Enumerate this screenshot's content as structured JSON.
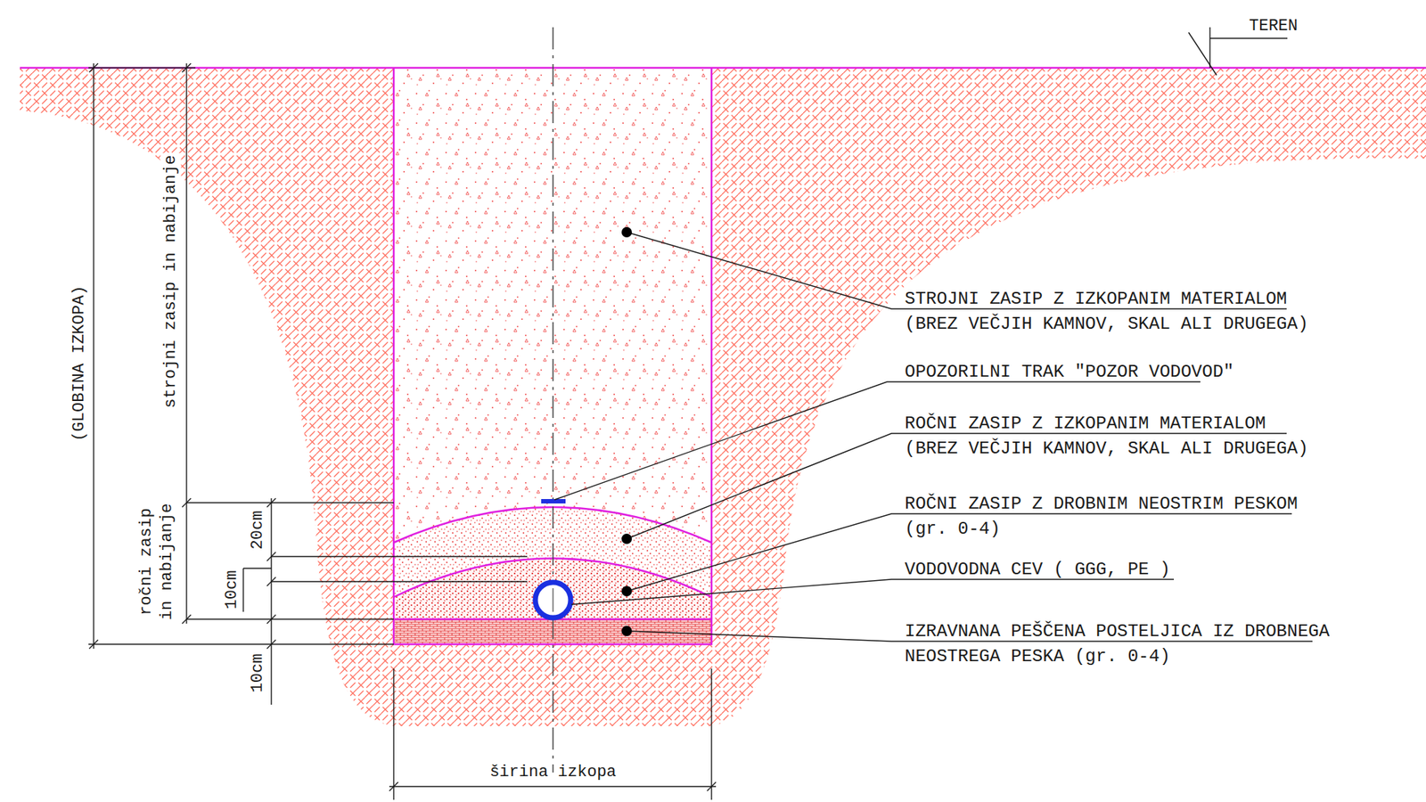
{
  "diagram": {
    "labels": [
      "TEREN",
      "(GLOBINA IZKOPA)",
      "strojni zasip in nabijanje",
      "ročni zasip in nabijanje",
      "20cm",
      "10cm",
      "10cm",
      "širina izkopa",
      "STROJNI ZASIP Z IZKOPANIM MATERIALOM (BREZ VEČJIH KAMNOV, SKAL ALI DRUGEGA)",
      "OPOZORILNI TRAK \"POZOR VODOVOD\"",
      "ROČNI ZASIP Z IZKOPANIM MATERIALOM (BREZ VEČJIH KAMNOV, SKAL ALI DRUGEGA)",
      "ROČNI ZASIP Z DROBNIM NEOSTRIM PESKOM (gr. 0-4)",
      "VODOVODNA CEV ( GGG, PE )",
      "IZRAVNANA PEŠČENA POSTELJICA IZ DROBNEGA NEOSTREGA PESKA (gr. 0-4)"
    ]
  }
}
